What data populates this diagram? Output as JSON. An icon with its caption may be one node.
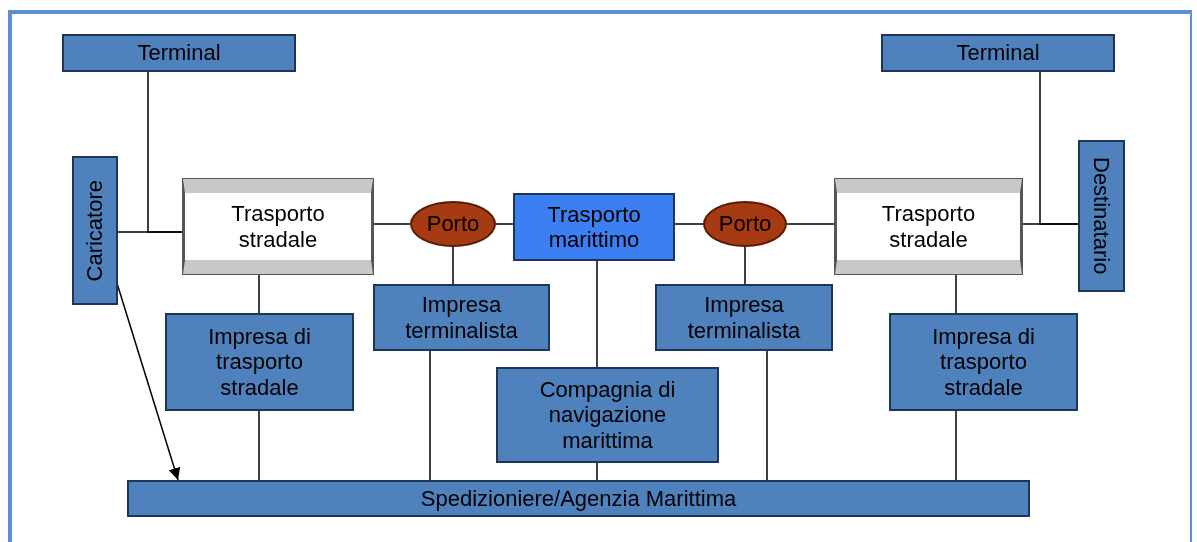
{
  "diagram": {
    "nodes": [
      {
        "text": [
          "Terminal"
        ]
      },
      {
        "text": [
          "Terminal"
        ]
      },
      {
        "text": [
          "Caricatore"
        ]
      },
      {
        "text": [
          "Trasporto stradale"
        ]
      },
      {
        "text": [
          "Porto"
        ]
      },
      {
        "text": [
          "Trasporto marittimo"
        ]
      },
      {
        "text": [
          "Porto"
        ]
      },
      {
        "text": [
          "Trasporto stradale"
        ]
      },
      {
        "text": [
          "Destinatario"
        ]
      },
      {
        "text": [
          "Impresa di trasporto stradale"
        ]
      },
      {
        "text": [
          "Impresa terminalista"
        ]
      },
      {
        "text": [
          "Impresa terminalista"
        ]
      },
      {
        "text": [
          "Impresa di trasporto stradale"
        ]
      },
      {
        "text": [
          "Compagnia di navigazione marittima"
        ]
      },
      {
        "text": [
          "Spedizioniere/Agenzia Marittima"
        ]
      }
    ],
    "edges": [
      {
        "from": 2,
        "to": 3,
        "arrow": "none"
      },
      {
        "from": 0,
        "to": 3,
        "arrow": "none"
      },
      {
        "from": 3,
        "to": 4,
        "arrow": "none"
      },
      {
        "from": 4,
        "to": 5,
        "arrow": "none"
      },
      {
        "from": 5,
        "to": 6,
        "arrow": "none"
      },
      {
        "from": 6,
        "to": 7,
        "arrow": "none"
      },
      {
        "from": 7,
        "to": 8,
        "arrow": "none"
      },
      {
        "from": 1,
        "to": 8,
        "arrow": "none"
      },
      {
        "from": 3,
        "to": 9,
        "arrow": "none"
      },
      {
        "from": 4,
        "to": 10,
        "arrow": "none"
      },
      {
        "from": 5,
        "to": 13,
        "arrow": "none"
      },
      {
        "from": 6,
        "to": 11,
        "arrow": "none"
      },
      {
        "from": 7,
        "to": 12,
        "arrow": "none"
      },
      {
        "from": 9,
        "to": 14,
        "arrow": "none"
      },
      {
        "from": 10,
        "to": 14,
        "arrow": "none"
      },
      {
        "from": 13,
        "to": 14,
        "arrow": "none"
      },
      {
        "from": 11,
        "to": 14,
        "arrow": "none"
      },
      {
        "from": 12,
        "to": 14,
        "arrow": "none"
      },
      {
        "from": 2,
        "to": 14,
        "arrow": "to"
      }
    ]
  }
}
